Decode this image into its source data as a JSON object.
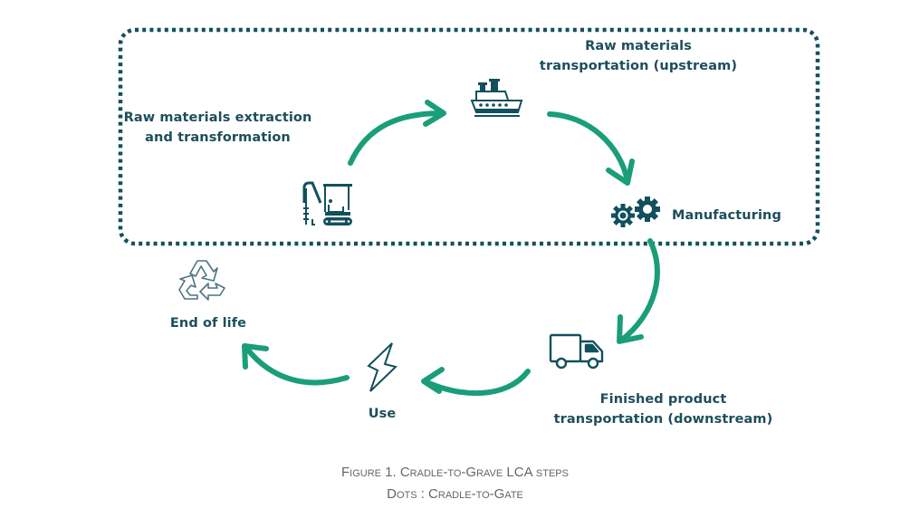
{
  "colors": {
    "arrow": "#1a9e7a",
    "icon": "#12505e",
    "text": "#1d4e5c",
    "boundary": "#12505e",
    "caption": "#666666"
  },
  "boundary": {
    "style": "dotted",
    "meaning": "Cradle-to-Gate"
  },
  "steps": [
    {
      "id": "extraction",
      "label_line1": "Raw materials extraction",
      "label_line2": "and transformation",
      "icon": "excavator-icon"
    },
    {
      "id": "upstream",
      "label_line1": "Raw materials",
      "label_line2": "transportation (upstream)",
      "icon": "ship-icon"
    },
    {
      "id": "manufacturing",
      "label_line1": "Manufacturing",
      "icon": "gears-icon"
    },
    {
      "id": "downstream",
      "label_line1": "Finished product",
      "label_line2": "transportation (downstream)",
      "icon": "truck-icon"
    },
    {
      "id": "use",
      "label_line1": "Use",
      "icon": "lightning-icon"
    },
    {
      "id": "end_of_life",
      "label_line1": "End of life",
      "icon": "recycle-icon"
    }
  ],
  "caption": {
    "line1": "Figure 1. Cradle-to-Grave LCA steps",
    "line2": "Dots : Cradle-to-Gate"
  }
}
